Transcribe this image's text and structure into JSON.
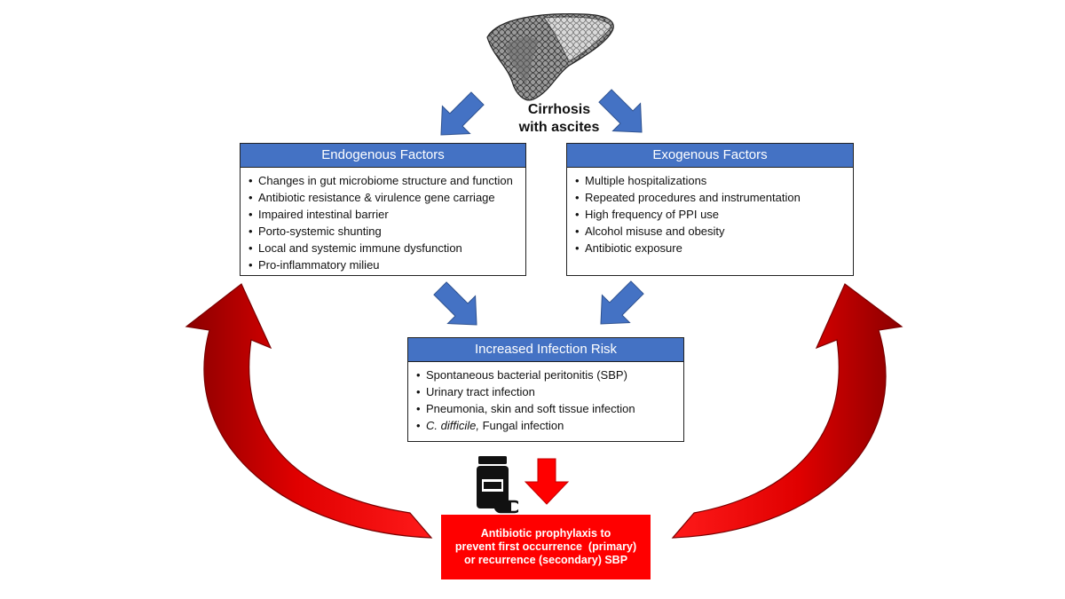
{
  "cirrhosis": {
    "line1": "Cirrhosis",
    "line2": "with ascites"
  },
  "endogenous": {
    "title": "Endogenous Factors",
    "items": [
      "Changes in gut microbiome structure and function",
      "Antibiotic resistance & virulence gene carriage",
      "Impaired intestinal barrier",
      "Porto-systemic shunting",
      "Local and systemic immune dysfunction",
      "Pro-inflammatory milieu"
    ]
  },
  "exogenous": {
    "title": "Exogenous Factors",
    "items": [
      "Multiple hospitalizations",
      "Repeated procedures and instrumentation",
      "High frequency of PPI use",
      "Alcohol misuse and obesity",
      "Antibiotic exposure"
    ]
  },
  "infection": {
    "title": "Increased Infection Risk",
    "items": [
      "Spontaneous bacterial peritonitis (SBP)",
      "Urinary tract infection",
      "Pneumonia, skin and soft tissue infection"
    ],
    "last_item_italic": "C. difficile,",
    "last_item_rest": " Fungal infection"
  },
  "prophylaxis": {
    "line1": "Antibiotic prophylaxis to",
    "line2": "prevent first occurrence  (primary)",
    "line3": "or recurrence (secondary) SBP"
  },
  "icons": {
    "organ": "liver-icon",
    "medication": "pill-bottle-icon",
    "flow_arrow": "blue-arrow-icon",
    "cycle_arrow": "red-curved-arrow-icon"
  },
  "colors": {
    "header_blue": "#4472c4",
    "arrow_blue": "#4472c4",
    "arrow_red": "#ff0000",
    "arrow_red_dark": "#c00000",
    "box_red": "#ff0000",
    "liver_bg": "#9a9a9a"
  }
}
